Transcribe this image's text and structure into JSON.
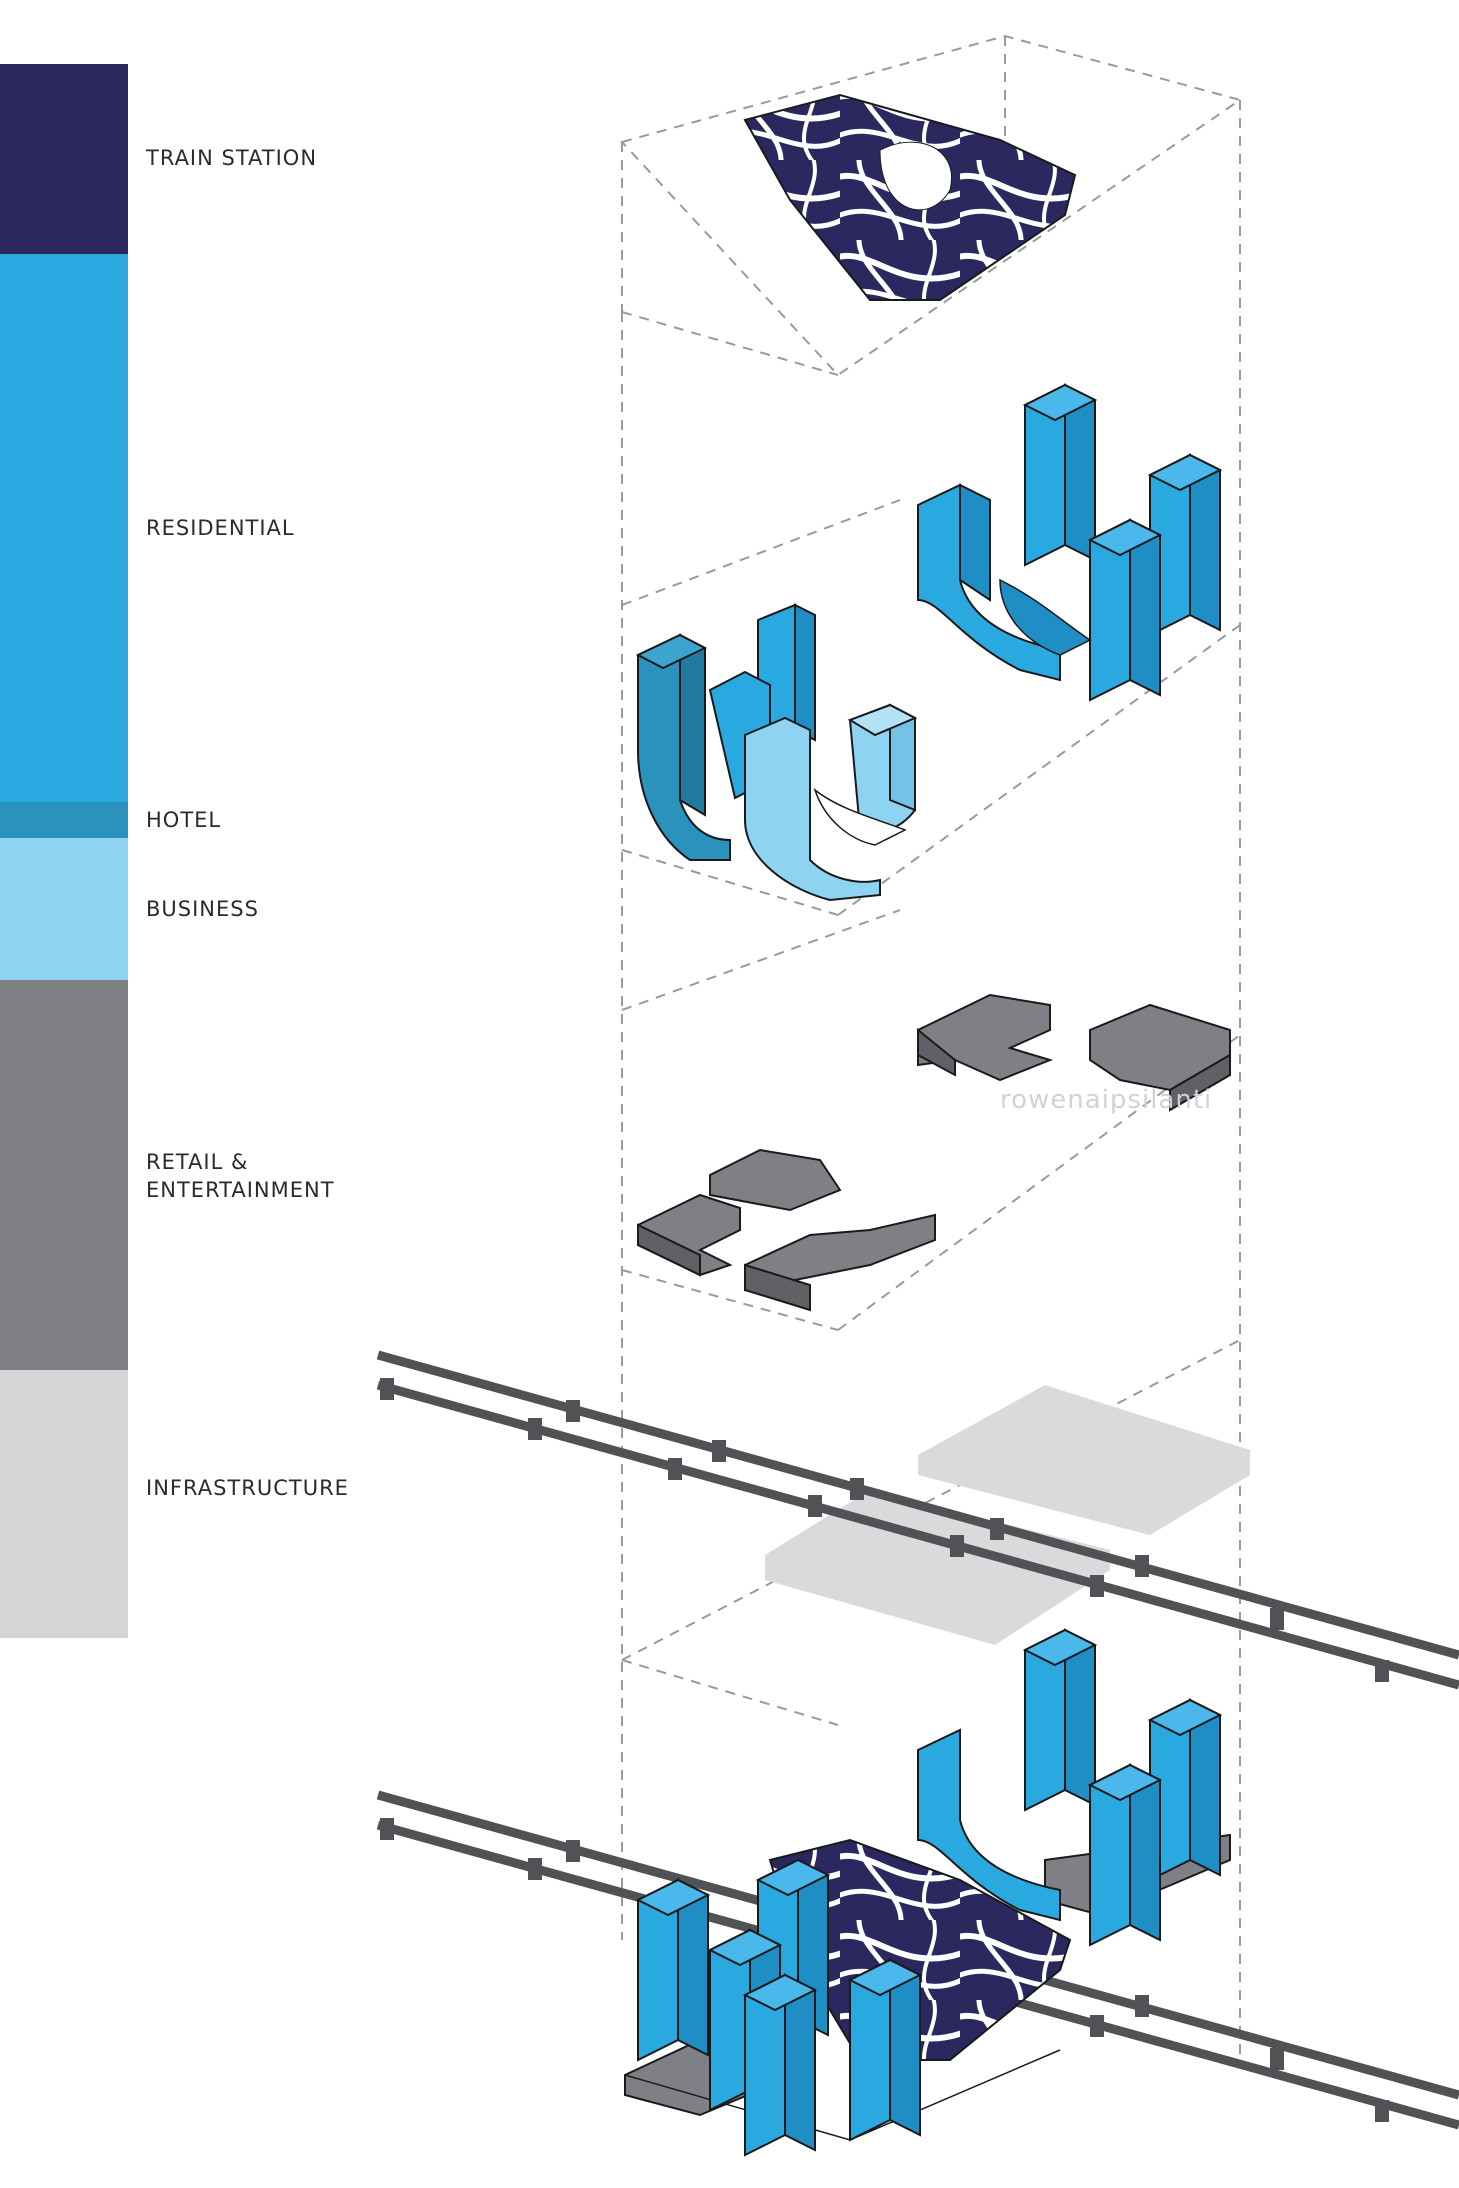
{
  "legend": {
    "train_station": {
      "label": "TRAIN STATION",
      "color": "#2a285e"
    },
    "residential": {
      "label": "RESIDENTIAL",
      "color": "#2aa9e1"
    },
    "hotel": {
      "label": "HOTEL",
      "color": "#2a92bd"
    },
    "business": {
      "label": "BUSINESS",
      "color": "#8fd3f2"
    },
    "retail": {
      "line1": "RETAIL &",
      "line2": "ENTERTAINMENT",
      "color": "#7f8086"
    },
    "infrastructure": {
      "label": "INFRASTRUCTURE",
      "color": "#d4d5d7"
    }
  },
  "colors": {
    "rail": "#505255",
    "retail_block": "#7f8086",
    "retail_side": "#5f6166",
    "infra_plate": "#d9dadc",
    "dash_line": "#9a9a9a",
    "stroke": "#1a1a1a"
  },
  "watermark": "rowenaipsilanti"
}
